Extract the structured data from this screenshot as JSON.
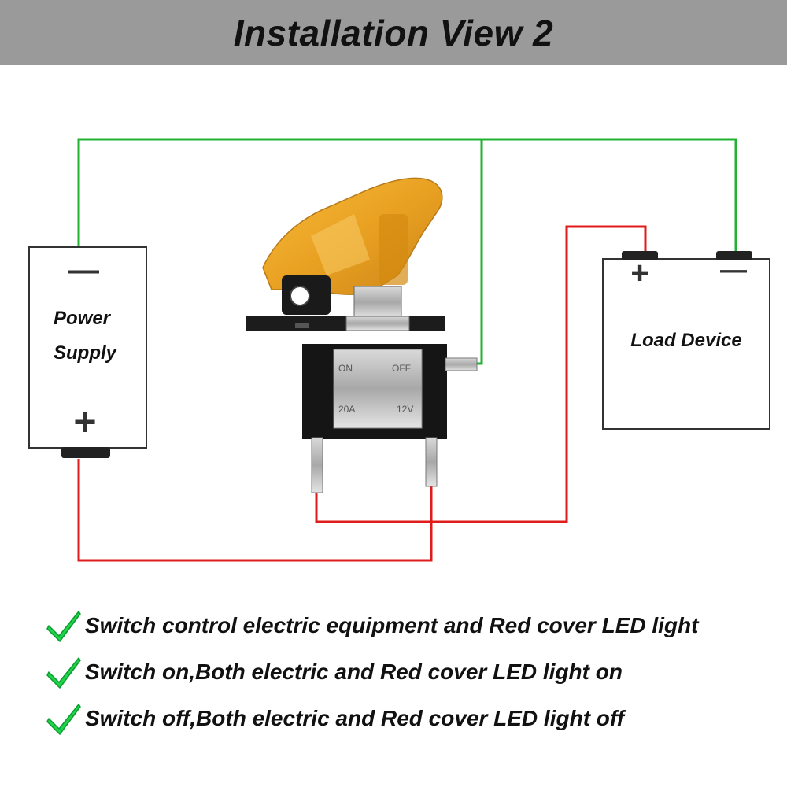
{
  "header": {
    "title": "Installation View 2"
  },
  "power_supply": {
    "label_line1": "Power",
    "label_line2": "Supply",
    "minus": "—",
    "plus": "+"
  },
  "load_device": {
    "label": "Load Device",
    "plus": "+",
    "minus": "—"
  },
  "switch": {
    "on_label": "ON",
    "off_label": "OFF",
    "amp_label": "20A",
    "volt_label": "12V"
  },
  "wires": {
    "negative_color": "#22b232",
    "positive_color": "#e01b1b"
  },
  "bullets": [
    {
      "text": "Switch control electric equipment and Red cover LED light",
      "icon": "check-icon"
    },
    {
      "text": "Switch on,Both electric and Red cover LED light on",
      "icon": "check-icon"
    },
    {
      "text": "Switch off,Both electric and Red cover LED light off",
      "icon": "check-icon"
    }
  ]
}
